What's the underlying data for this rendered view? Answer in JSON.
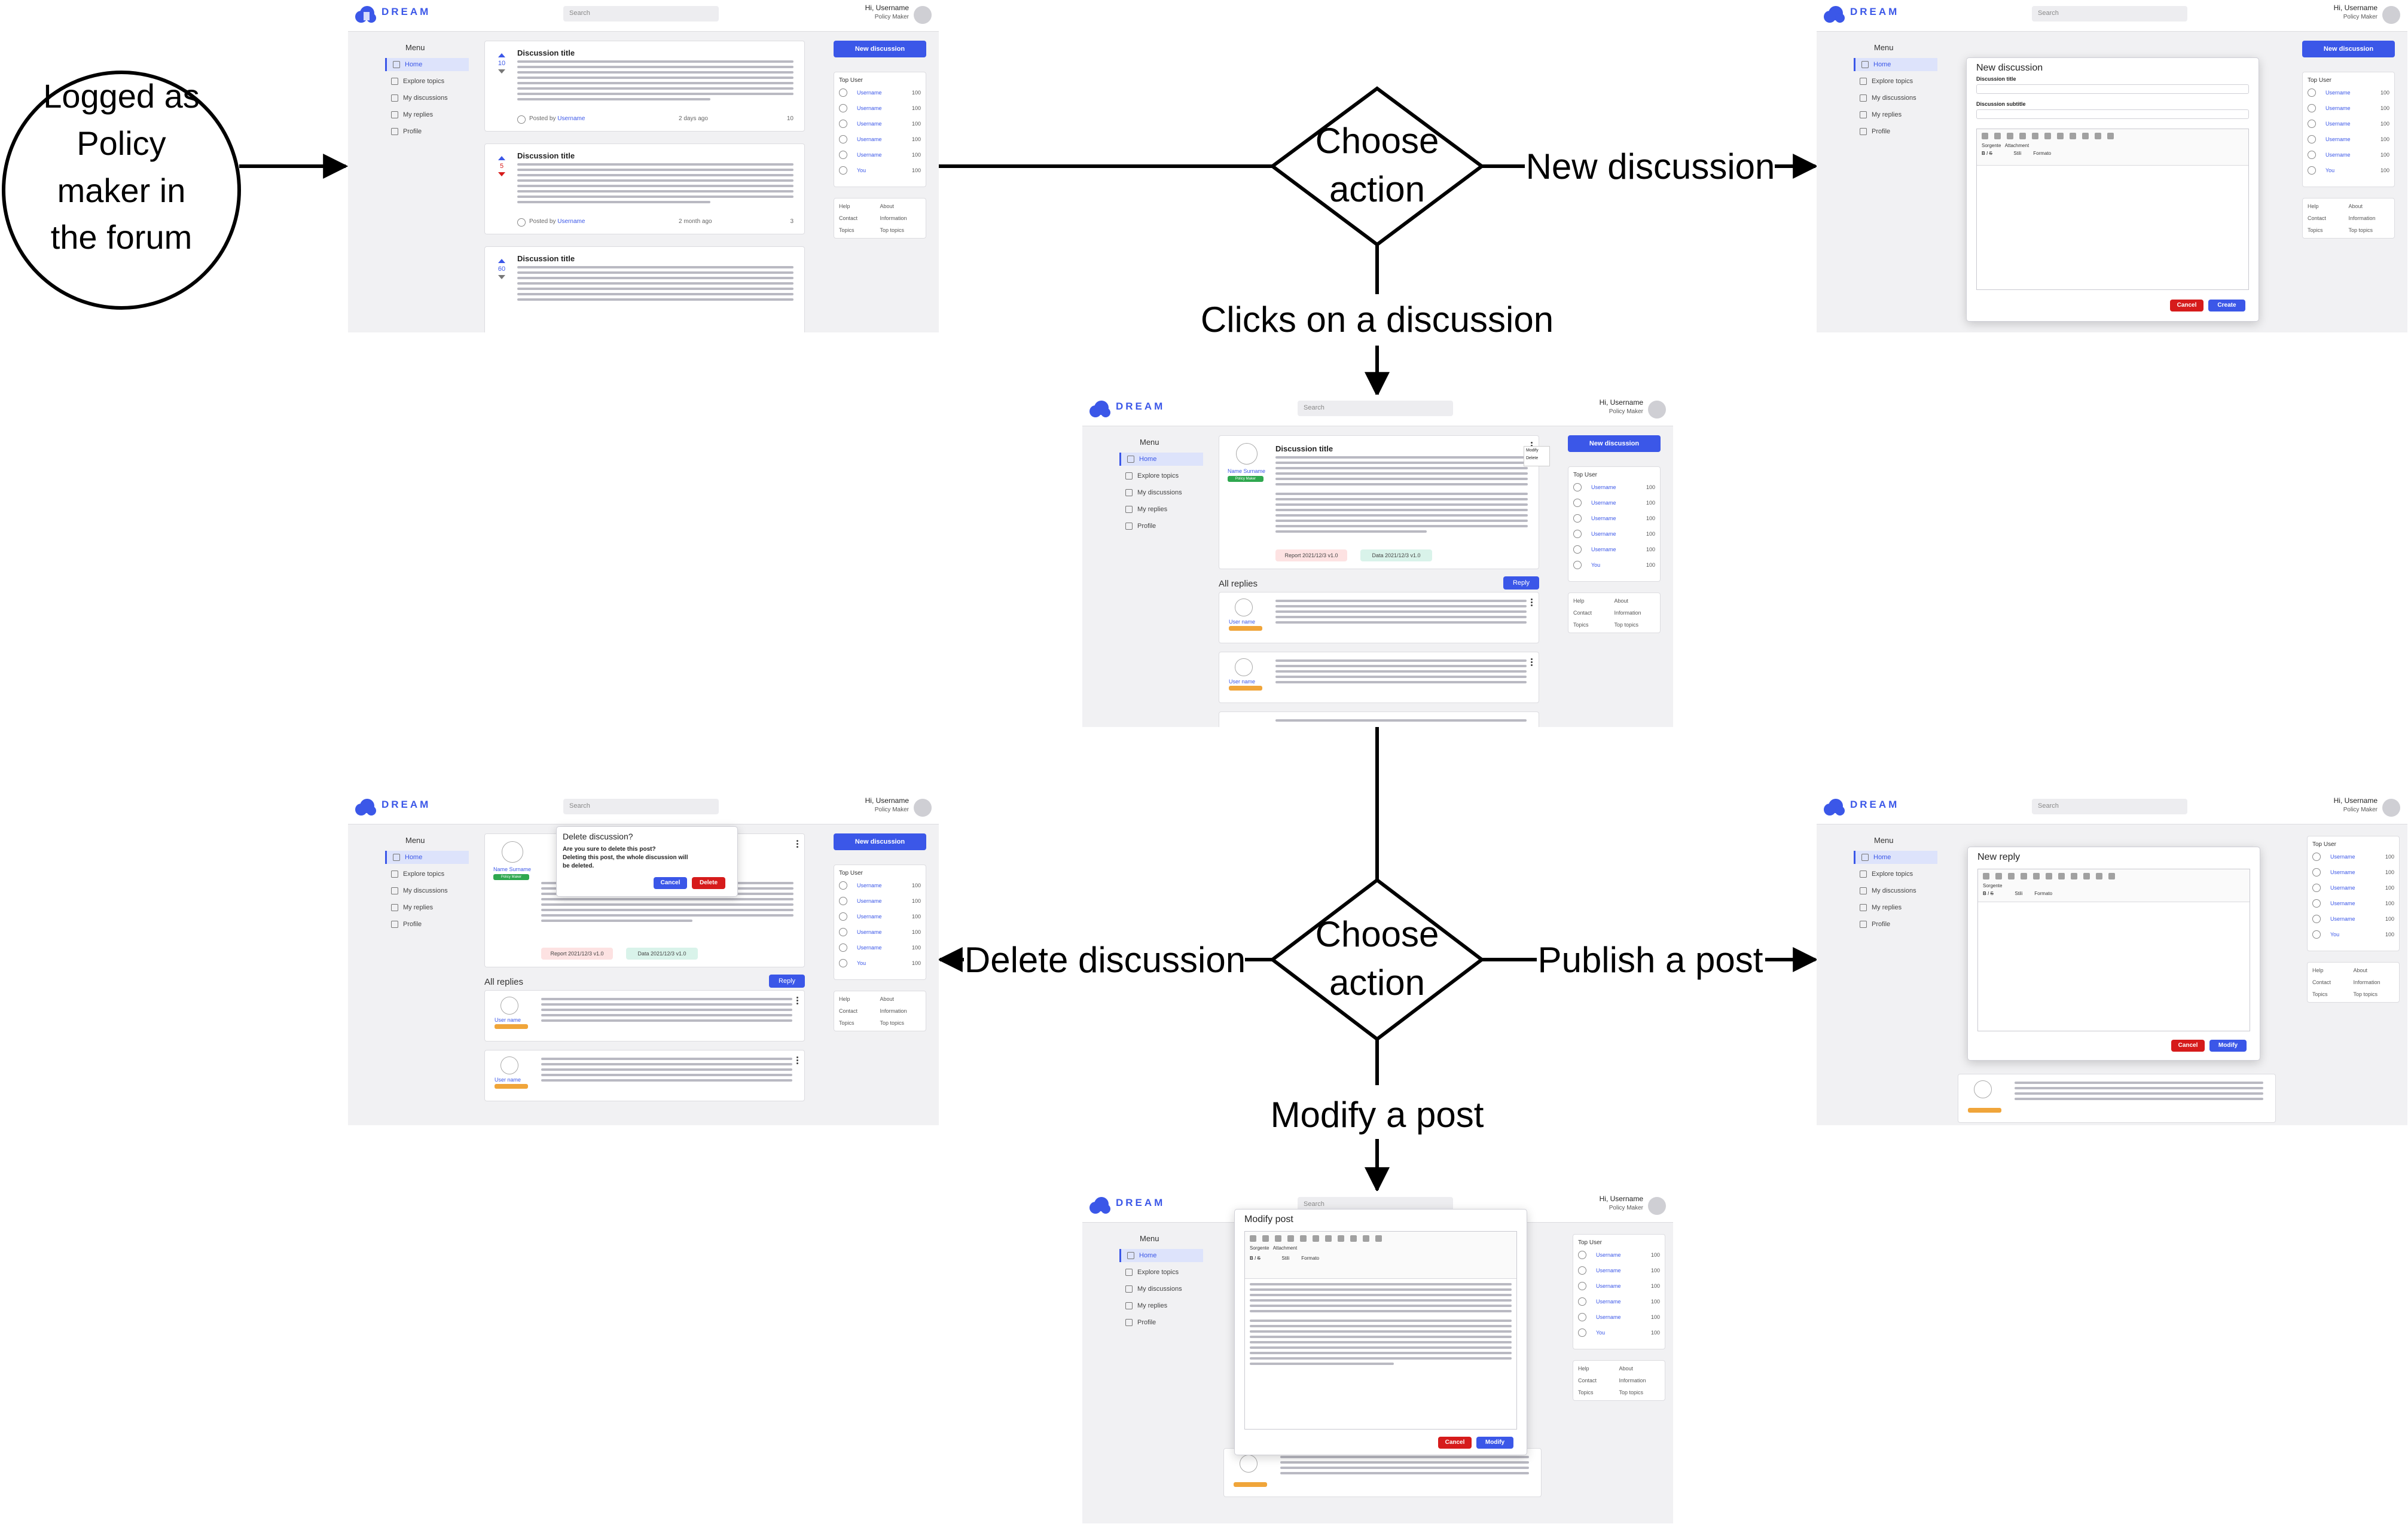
{
  "flow": {
    "start": "Logged as Policy maker in the forum",
    "start_lines": [
      "Logged as",
      "Policy",
      "maker in",
      "the forum"
    ],
    "decision_1": [
      "Choose",
      "action"
    ],
    "decision_2": [
      "Choose",
      "action"
    ],
    "label_new_discussion": "New discussion",
    "label_clicks_discussion": "Clicks on a discussion",
    "label_delete_discussion": "Delete discussion",
    "label_publish_post": "Publish a post",
    "label_modify_post": "Modify a post"
  },
  "app": {
    "logo_text": "DREAM",
    "search_placeholder": "Search",
    "greeting": "Hi, Username",
    "role": "Policy Maker",
    "menu_title": "Menu",
    "menu_items": [
      "Home",
      "Explore topics",
      "My discussions",
      "My replies",
      "Profile"
    ],
    "new_discussion_button": "New discussion",
    "top_user_title": "Top User",
    "top_users": [
      {
        "name": "Username",
        "score": "100"
      },
      {
        "name": "Username",
        "score": "100"
      },
      {
        "name": "Username",
        "score": "100"
      },
      {
        "name": "Username",
        "score": "100"
      },
      {
        "name": "Username",
        "score": "100"
      },
      {
        "name": "You",
        "score": "100"
      }
    ],
    "footer_links": [
      "Help",
      "About",
      "Contact",
      "Information",
      "Topics",
      "Top topics"
    ],
    "discussions": [
      {
        "title": "Discussion title",
        "votes": "10",
        "posted_by": "Posted by",
        "user": "Username",
        "time": "2 days ago",
        "replies": "10"
      },
      {
        "title": "Discussion title",
        "votes": "5",
        "posted_by": "Posted by",
        "user": "Username",
        "time": "2 month ago",
        "replies": "3"
      },
      {
        "title": "Discussion title",
        "votes": "60",
        "posted_by": "",
        "user": "",
        "time": "",
        "replies": ""
      }
    ],
    "detail": {
      "title": "Discussion title",
      "author": "Name Surname",
      "badge": "Policy Maker",
      "report_file": "Report 2021/12/3 v1.0",
      "data_file": "Data 2021/12/3 v1.0",
      "all_replies": "All replies",
      "reply_button": "Reply",
      "reply_user": "User name",
      "menu_modify": "Modify",
      "menu_delete": "Delete"
    },
    "new_discussion_modal": {
      "title": "New discussion",
      "field_title": "Discussion title",
      "field_subtitle": "Discussion subtitle",
      "cancel": "Cancel",
      "create": "Create"
    },
    "delete_modal": {
      "title": "Delete discussion?",
      "text_1": "Are you sure to delete this post?",
      "text_2": "Deleting this post, the whole discussion will",
      "text_3": "be deleted.",
      "cancel": "Cancel",
      "delete": "Delete"
    },
    "reply_modal": {
      "title": "New reply",
      "cancel": "Cancel",
      "modify": "Modify"
    },
    "modify_modal": {
      "title": "Modify post",
      "cancel": "Cancel",
      "modify": "Modify"
    },
    "editor": {
      "source": "Sorgente",
      "attachment": "Attachment",
      "style": "Stili",
      "format": "Formato"
    }
  }
}
